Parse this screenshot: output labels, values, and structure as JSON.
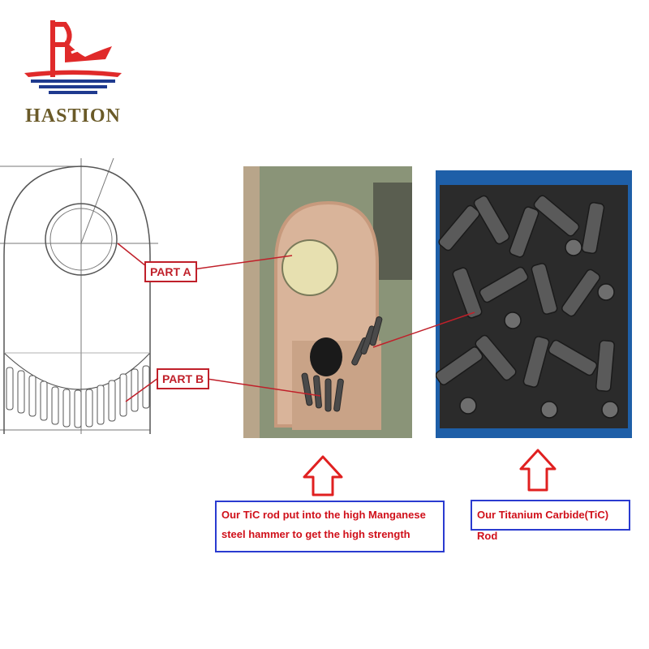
{
  "logo": {
    "brand_name": "HASTION",
    "colors": {
      "red": "#e02a2a",
      "navy": "#1f3a8f",
      "text": "#6a5a28"
    }
  },
  "drawing": {
    "icon": "hammer-technical-drawing"
  },
  "labels": {
    "part_a": "PART A",
    "part_b": "PART B"
  },
  "photos": {
    "mold": {
      "icon": "hammer-mold-photo"
    },
    "rods": {
      "icon": "tic-rods-photo"
    }
  },
  "captions": {
    "mold_line1": "Our TiC rod put into the high Manganese",
    "mold_line2": "steel hammer to get the high strength",
    "rods": "Our Titanium Carbide(TiC) Rod"
  },
  "colors": {
    "accent_red": "#d0101a",
    "caption_border": "#2a3bd0"
  }
}
